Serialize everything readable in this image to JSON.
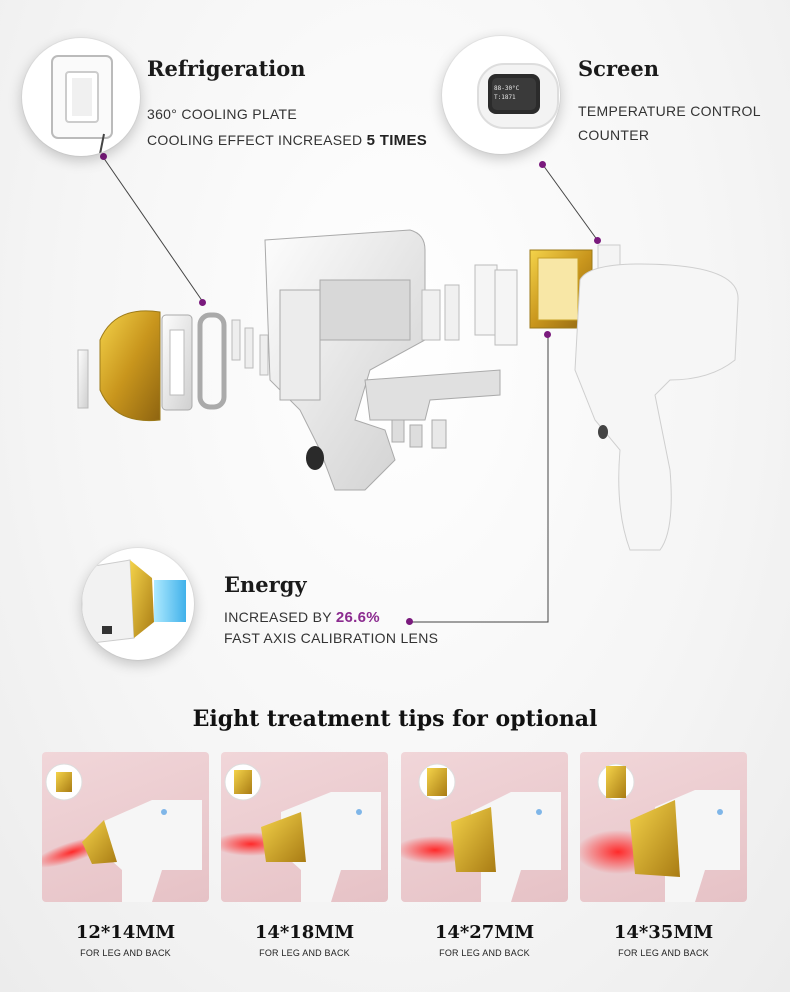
{
  "refrigeration": {
    "title": "Refrigeration",
    "line1": "360° COOLING PLATE",
    "line2_prefix": "COOLING EFFECT INCREASED",
    "line2_value": "5  TIMES"
  },
  "screen": {
    "title": "Screen",
    "line1": "TEMPERATURE CONTROL",
    "line2": "COUNTER",
    "display_line1": "88-30°C",
    "display_line2": "T:1871"
  },
  "energy": {
    "title": "Energy",
    "line1_prefix": "INCREASED BY",
    "line1_value": "26.6%",
    "line2": "FAST AXIS CALIBRATION LENS"
  },
  "tips_section": {
    "title": "Eight  treatment tips for optional",
    "tips": [
      {
        "size": "12*14MM",
        "use": "FOR LEG AND BACK"
      },
      {
        "size": "14*18MM",
        "use": "FOR LEG AND BACK"
      },
      {
        "size": "14*27MM",
        "use": "FOR LEG AND BACK"
      },
      {
        "size": "14*35MM",
        "use": "FOR LEG AND BACK"
      }
    ]
  },
  "colors": {
    "accent_purple": "#8b2b8f",
    "gold": "#c9a227",
    "card_pink": "#ebc9cc"
  }
}
